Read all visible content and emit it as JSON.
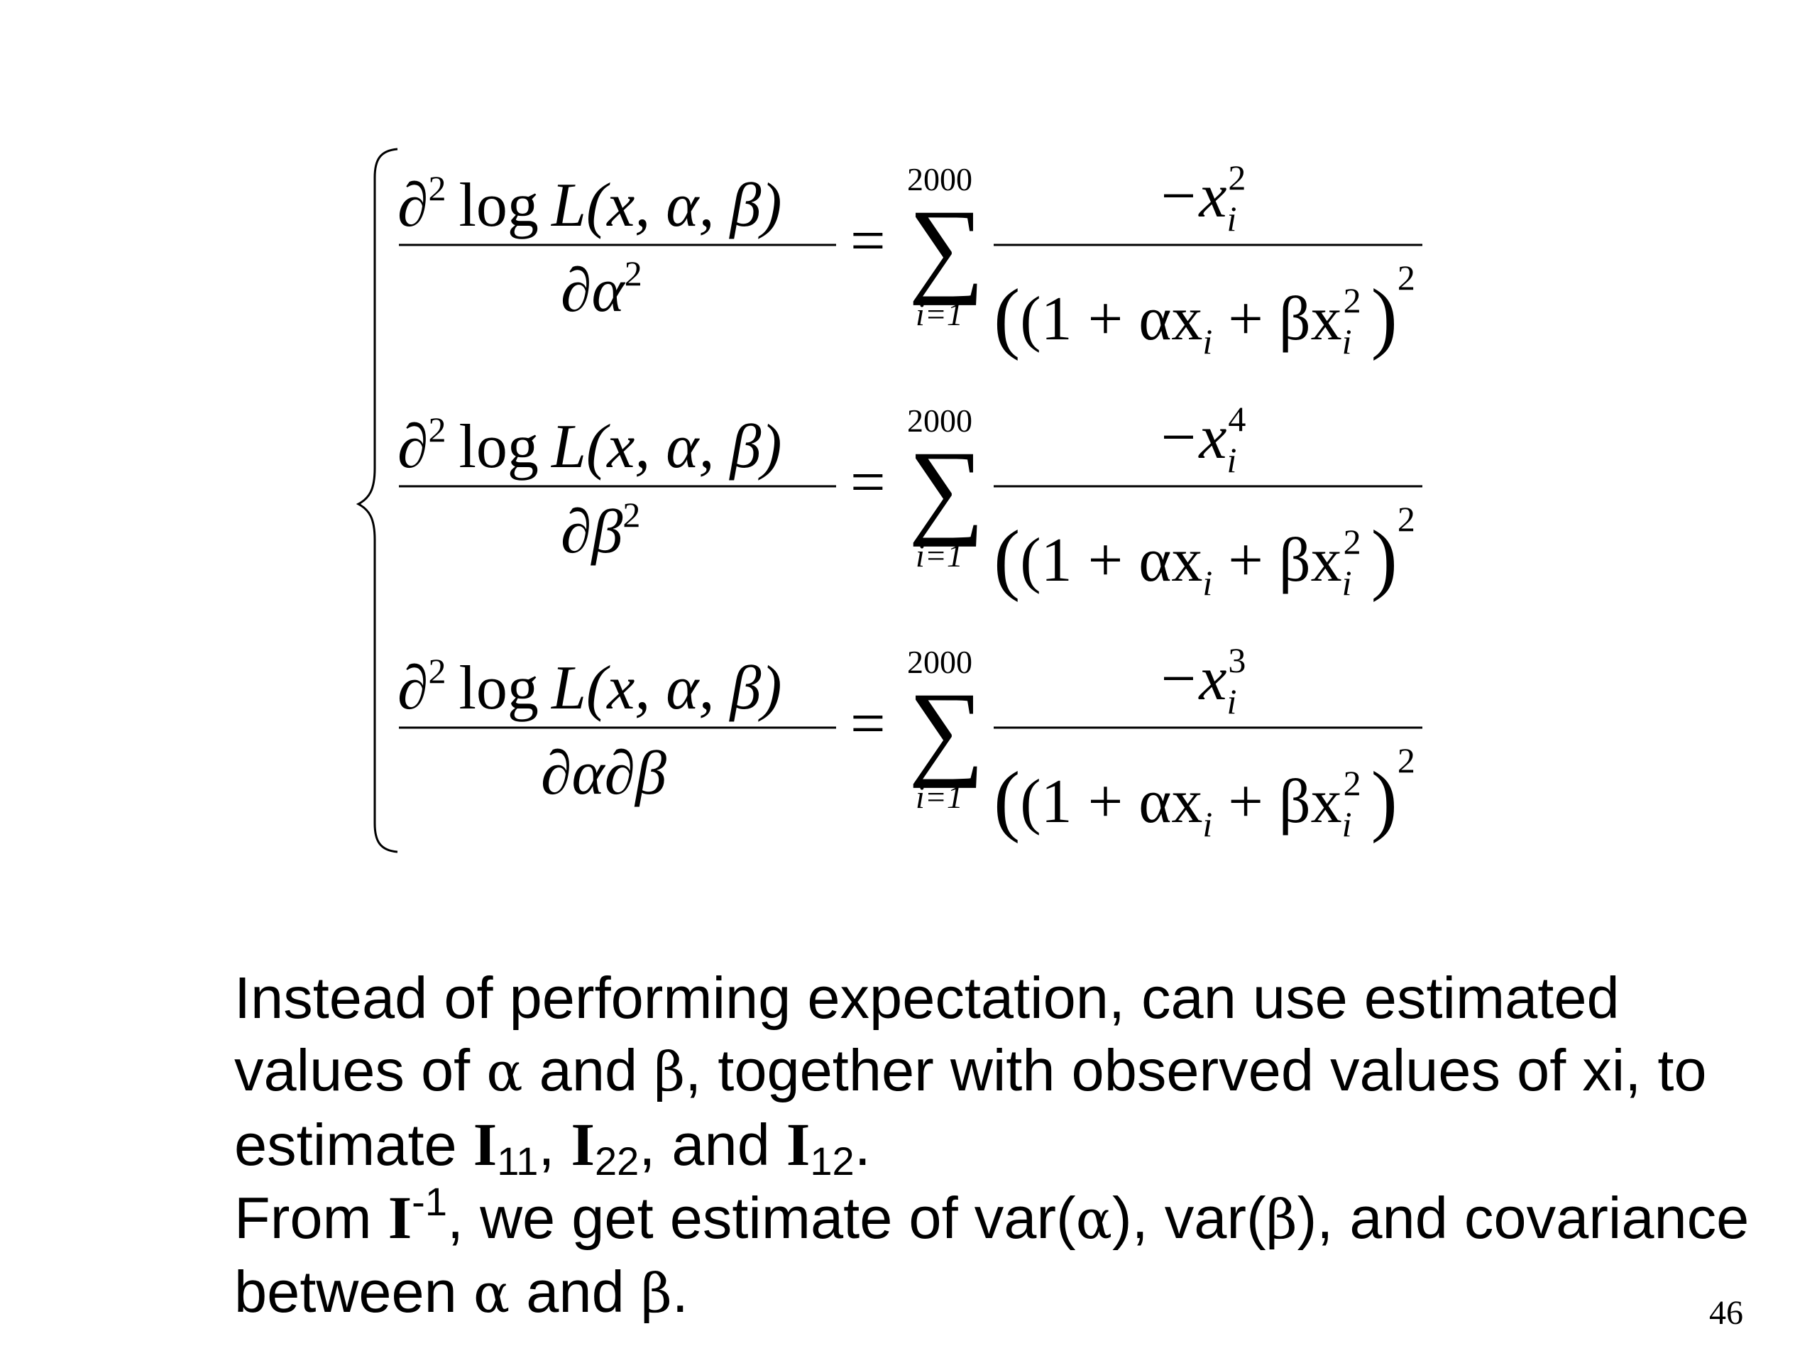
{
  "equations": {
    "eq1": {
      "num_partial": "∂",
      "num_sup": "2",
      "num_log": "log",
      "num_L": "L",
      "num_args": "(x, α, β)",
      "den_partial": "∂α",
      "den_sup": "2",
      "equals": "=",
      "sum_upper": "2000",
      "sum_lower": "i=1",
      "rhs_num": "−x",
      "rhs_num_sub": "i",
      "rhs_num_sup": "2",
      "rhs_den": "(1 + αx",
      "rhs_den_sub1": "i",
      "rhs_den_mid": " + βx",
      "rhs_den_sub2": "i",
      "rhs_den_sup2": "2",
      "rhs_den_close": ")",
      "rhs_den_outer_sup": "2"
    },
    "eq2": {
      "num_partial": "∂",
      "num_sup": "2",
      "num_log": "log",
      "num_L": "L",
      "num_args": "(x, α, β)",
      "den_partial": "∂β",
      "den_sup": "2",
      "equals": "=",
      "sum_upper": "2000",
      "sum_lower": "i=1",
      "rhs_num": "−x",
      "rhs_num_sub": "i",
      "rhs_num_sup": "4",
      "rhs_den": "(1 + αx",
      "rhs_den_sub1": "i",
      "rhs_den_mid": " + βx",
      "rhs_den_sub2": "i",
      "rhs_den_sup2": "2",
      "rhs_den_close": ")",
      "rhs_den_outer_sup": "2"
    },
    "eq3": {
      "num_partial": "∂",
      "num_sup": "2",
      "num_log": "log",
      "num_L": "L",
      "num_args": "(x, α, β)",
      "den_partial": "∂α∂β",
      "den_sup": "",
      "equals": "=",
      "sum_upper": "2000",
      "sum_lower": "i=1",
      "rhs_num": "−x",
      "rhs_num_sub": "i",
      "rhs_num_sup": "3",
      "rhs_den": "(1 + αx",
      "rhs_den_sub1": "i",
      "rhs_den_mid": " + βx",
      "rhs_den_sub2": "i",
      "rhs_den_sup2": "2",
      "rhs_den_close": ")",
      "rhs_den_outer_sup": "2"
    }
  },
  "paragraph1": {
    "part1": "Instead of performing expectation, can use estimated values of ",
    "alpha": "α",
    "part2": " and ",
    "beta": "β",
    "part3": ", together with observed values of xi, to estimate ",
    "I1": "I",
    "I1_sub": "11",
    "sep1": ", ",
    "I2": "I",
    "I2_sub": "22",
    "sep2": ", and ",
    "I3": "I",
    "I3_sub": "12",
    "end": "."
  },
  "paragraph2": {
    "part1": "From ",
    "I": "I",
    "I_sup": "-1",
    "part2": ", we get estimate of var(",
    "alpha": "α",
    "part3": "), var(",
    "beta": "β",
    "part4": "), and covariance between ",
    "alpha2": "α",
    "part5": " and ",
    "beta2": "β",
    "end": "."
  },
  "page_number": "46"
}
